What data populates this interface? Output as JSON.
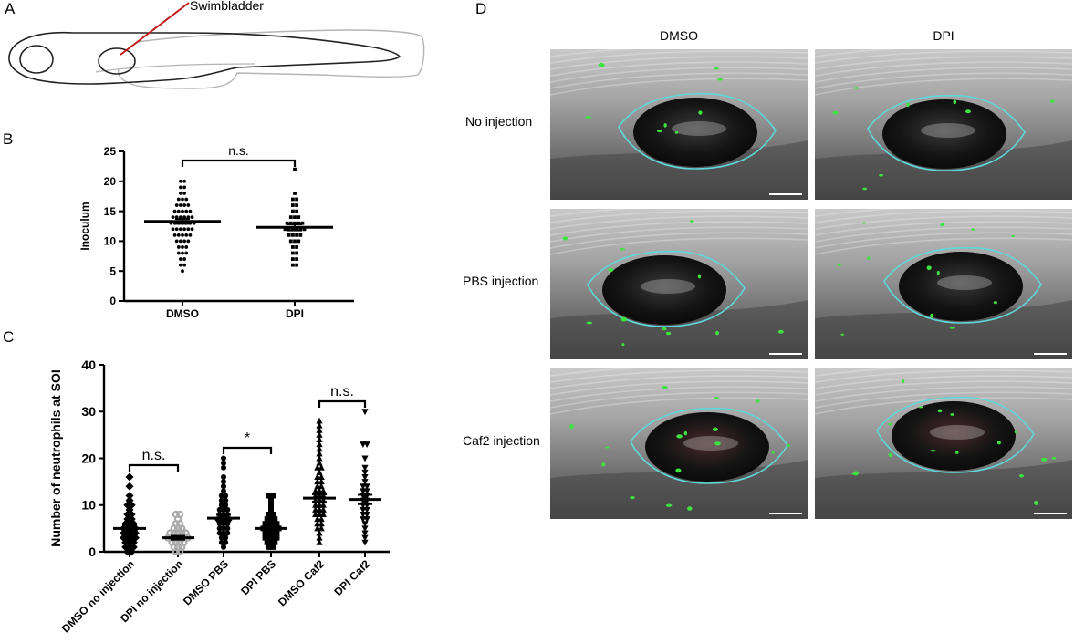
{
  "panels": {
    "a": {
      "letter": "A",
      "annotation": "Swimbladder",
      "colors": {
        "outline": "#222222",
        "ghost": "#b5b5b5",
        "pointer": "#c01818"
      }
    },
    "b": {
      "letter": "B",
      "significance": "n.s."
    },
    "c": {
      "letter": "C",
      "significance": [
        "n.s.",
        "*",
        "n.s."
      ]
    },
    "d": {
      "letter": "D",
      "columns": [
        "DMSO",
        "DPI"
      ],
      "rows": [
        "No injection",
        "PBS injection",
        "Caf2 injection"
      ],
      "colors": {
        "eye_outline": "#5ed8d8",
        "gfp": "#3fe33f",
        "tissue": "#8a8a8a"
      }
    }
  },
  "chart_data": [
    {
      "id": "panel-b",
      "type": "scatter",
      "categories": [
        "DMSO",
        "DPI"
      ],
      "ylabel": "Inoculum",
      "ylim": [
        0,
        25
      ],
      "yticks": [
        0,
        5,
        10,
        15,
        20,
        25
      ],
      "series": [
        {
          "category": "DMSO",
          "marker": "circle",
          "color": "#000000",
          "mean": 13.3,
          "sem": 0.4,
          "values": [
            5,
            6,
            6,
            7,
            7,
            8,
            8,
            8,
            9,
            9,
            9,
            10,
            10,
            10,
            10,
            11,
            11,
            11,
            11,
            11,
            12,
            12,
            12,
            12,
            12,
            12,
            13,
            13,
            13,
            13,
            13,
            13,
            13,
            14,
            14,
            14,
            14,
            14,
            14,
            15,
            15,
            15,
            15,
            15,
            16,
            16,
            16,
            16,
            17,
            17,
            17,
            18,
            18,
            19,
            19,
            20,
            20
          ]
        },
        {
          "category": "DPI",
          "marker": "square",
          "color": "#000000",
          "mean": 12.3,
          "sem": 0.5,
          "values": [
            6,
            6,
            7,
            7,
            8,
            8,
            9,
            9,
            10,
            10,
            10,
            11,
            11,
            11,
            11,
            12,
            12,
            12,
            12,
            12,
            12,
            13,
            13,
            13,
            13,
            13,
            14,
            14,
            14,
            15,
            15,
            16,
            16,
            17,
            17,
            18,
            22
          ]
        }
      ],
      "comparisons": [
        {
          "between": [
            "DMSO",
            "DPI"
          ],
          "label": "n.s."
        }
      ]
    },
    {
      "id": "panel-c",
      "type": "scatter",
      "categories": [
        "DMSO no injection",
        "DPI no injection",
        "DMSO PBS",
        "DPI PBS",
        "DMSO Caf2",
        "DPI Caf2"
      ],
      "ylabel": "Number of neutrophils at SOI",
      "ylim": [
        0,
        40
      ],
      "yticks": [
        0,
        10,
        20,
        30,
        40
      ],
      "series": [
        {
          "category": "DMSO no injection",
          "marker": "diamond",
          "color": "#000000",
          "mean": 5.0,
          "sem": 0.7,
          "values": [
            0,
            0,
            1,
            1,
            1,
            2,
            2,
            2,
            3,
            3,
            3,
            3,
            4,
            4,
            4,
            4,
            5,
            5,
            5,
            5,
            6,
            6,
            6,
            7,
            7,
            8,
            8,
            9,
            10,
            10,
            11,
            12,
            14,
            16
          ]
        },
        {
          "category": "DPI no injection",
          "marker": "ring",
          "color": "#aaaaaa",
          "mean": 3.0,
          "sem": 0.4,
          "values": [
            0,
            0,
            1,
            1,
            1,
            2,
            2,
            2,
            2,
            3,
            3,
            3,
            3,
            3,
            3,
            4,
            4,
            4,
            4,
            4,
            5,
            5,
            5,
            6,
            6,
            7,
            8,
            8
          ]
        },
        {
          "category": "DMSO PBS",
          "marker": "circle",
          "color": "#000000",
          "mean": 7.2,
          "sem": 0.7,
          "values": [
            1,
            2,
            2,
            3,
            3,
            4,
            4,
            4,
            5,
            5,
            5,
            6,
            6,
            6,
            7,
            7,
            7,
            7,
            8,
            8,
            8,
            9,
            9,
            9,
            10,
            10,
            11,
            11,
            12,
            12,
            13,
            14,
            15,
            16,
            18,
            19,
            20
          ]
        },
        {
          "category": "DPI PBS",
          "marker": "square",
          "color": "#000000",
          "mean": 5.0,
          "sem": 0.5,
          "values": [
            1,
            1,
            2,
            2,
            2,
            3,
            3,
            3,
            3,
            4,
            4,
            4,
            4,
            5,
            5,
            5,
            5,
            5,
            6,
            6,
            6,
            6,
            7,
            7,
            7,
            8,
            8,
            9,
            10,
            11,
            12,
            12
          ]
        },
        {
          "category": "DMSO Caf2",
          "marker": "triangle-up",
          "color": "#000000",
          "mean": 11.5,
          "sem": 0.8,
          "values": [
            2,
            3,
            4,
            5,
            5,
            6,
            6,
            7,
            7,
            8,
            8,
            8,
            9,
            9,
            9,
            10,
            10,
            10,
            11,
            11,
            11,
            12,
            12,
            12,
            13,
            13,
            13,
            14,
            14,
            15,
            15,
            16,
            16,
            17,
            18,
            18,
            19,
            20,
            21,
            22,
            23,
            24,
            25,
            26,
            27,
            28
          ]
        },
        {
          "category": "DPI Caf2",
          "marker": "triangle-down",
          "color": "#000000",
          "mean": 11.2,
          "sem": 1.0,
          "values": [
            2,
            3,
            4,
            5,
            6,
            7,
            7,
            8,
            8,
            9,
            9,
            10,
            10,
            11,
            11,
            12,
            12,
            13,
            13,
            14,
            14,
            15,
            16,
            17,
            18,
            20,
            23,
            23,
            30
          ]
        }
      ],
      "comparisons": [
        {
          "between": [
            "DMSO no injection",
            "DPI no injection"
          ],
          "label": "n.s."
        },
        {
          "between": [
            "DMSO PBS",
            "DPI PBS"
          ],
          "label": "*"
        },
        {
          "between": [
            "DMSO Caf2",
            "DPI Caf2"
          ],
          "label": "n.s."
        }
      ]
    }
  ]
}
